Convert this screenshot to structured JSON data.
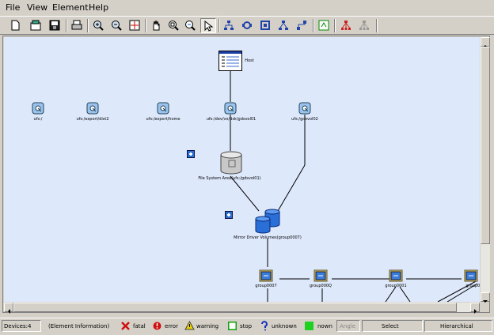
{
  "menu": [
    "File",
    "View",
    "Element",
    "Help"
  ],
  "toolbar_icons": [
    "new-icon",
    "open-icon",
    "save-icon",
    "print-icon",
    "zoom-in-icon",
    "zoom-out-icon",
    "fit-icon",
    "pan-hand-icon",
    "zoom-region-icon",
    "zoom-select-icon",
    "select-arrow-icon",
    "layout-1-icon",
    "layout-2-icon",
    "layout-3-icon",
    "layout-4-icon",
    "layout-5-icon",
    "refresh-icon",
    "tree-red-icon",
    "tree-gray-icon"
  ],
  "nodes": {
    "host": "Host",
    "ufs_root": "ufs:/",
    "ufs_export_dist": "ufs:/export/dist2",
    "ufs_export_home": "ufs:/export/home",
    "ufs_gdsvol01": "ufs:/dev/vx/dsk/gdsvol01",
    "ufs_gdsvol02": "ufs:/gdsvol02",
    "fs_area": "File System Area(ufs:/gdsvol01)",
    "mirror": "Mirror Driver Volumes(group0007)",
    "group0007": "group0007",
    "group000q": "group000Q",
    "group0001": "group0001",
    "group000_edge": "group00"
  },
  "status": {
    "devices": "Devices:4",
    "element_info": "(Element Information)",
    "fatal": "fatal",
    "error": "error",
    "warning": "warning",
    "stop": "stop",
    "unknown": "unknown",
    "known": "nown",
    "angle": "Angle",
    "select": "Select",
    "layout": "Hierarchical"
  },
  "colors": {
    "canvas_bg": "#dde8fb",
    "fatal": "#d01010",
    "error": "#d01010",
    "warning": "#e8d000",
    "stop": "#10a010",
    "unknown": "#1030c0",
    "known": "#20d020"
  }
}
